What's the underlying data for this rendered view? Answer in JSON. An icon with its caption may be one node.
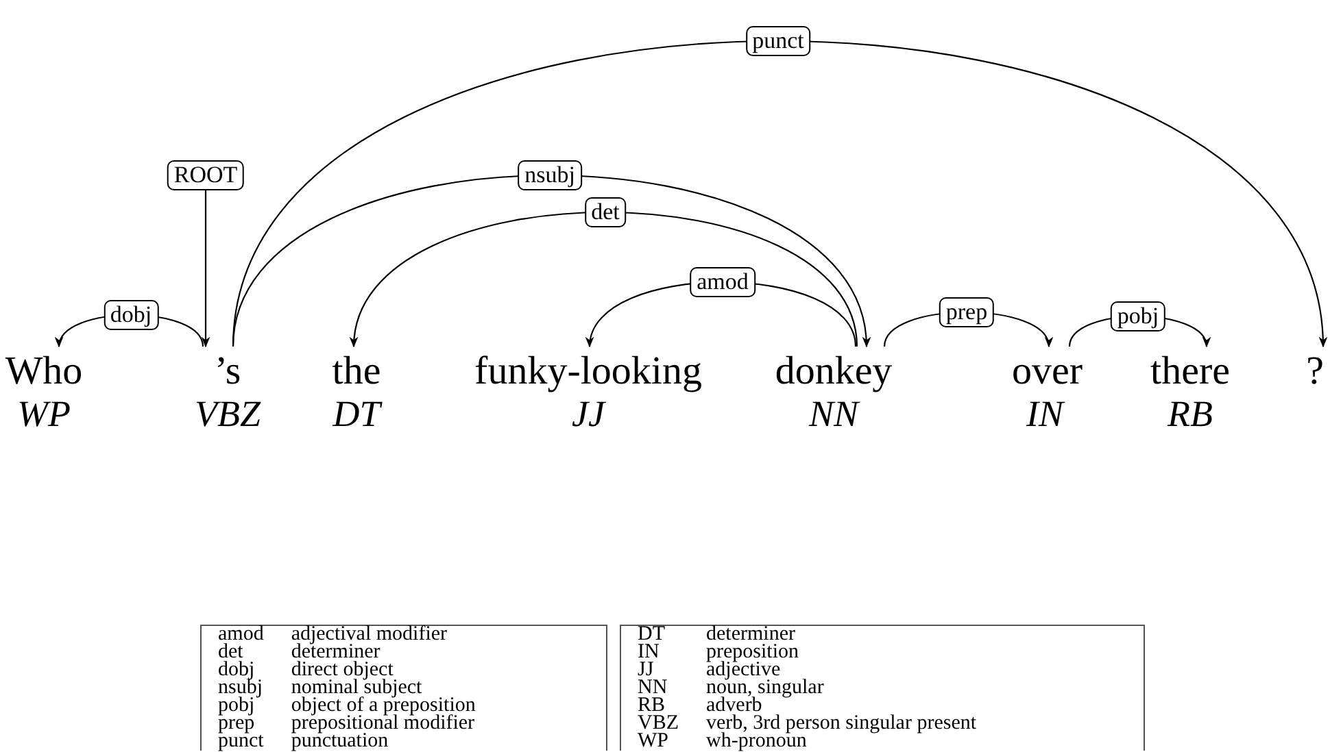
{
  "diagram": {
    "nodes": [
      {
        "text": [
          "Who",
          "WP"
        ]
      },
      {
        "text": [
          "’s",
          "VBZ"
        ]
      },
      {
        "text": [
          "the",
          "DT"
        ]
      },
      {
        "text": [
          "funky-looking",
          "JJ"
        ]
      },
      {
        "text": [
          "donkey",
          "NN"
        ]
      },
      {
        "text": [
          "over",
          "IN"
        ]
      },
      {
        "text": [
          "there",
          "RB"
        ]
      },
      {
        "text": [
          "?"
        ]
      }
    ],
    "edges": [
      {
        "from": 1,
        "to": 0,
        "arrow": "to",
        "label": "dobj"
      },
      {
        "from": null,
        "to": 1,
        "arrow": "to",
        "label": "ROOT"
      },
      {
        "from": 1,
        "to": 7,
        "arrow": "to",
        "label": "punct"
      },
      {
        "from": 1,
        "to": 4,
        "arrow": "to",
        "label": "nsubj"
      },
      {
        "from": 4,
        "to": 2,
        "arrow": "to",
        "label": "det"
      },
      {
        "from": 4,
        "to": 3,
        "arrow": "to",
        "label": "amod"
      },
      {
        "from": 4,
        "to": 5,
        "arrow": "to",
        "label": "prep"
      },
      {
        "from": 5,
        "to": 6,
        "arrow": "to",
        "label": "pobj"
      }
    ],
    "labels": [
      "amod",
      "adjectival modifier",
      "det",
      "determiner",
      "dobj",
      "direct object",
      "nsubj",
      "nominal subject",
      "pobj",
      "object of a preposition",
      "prep",
      "prepositional modifier",
      "punct",
      "punctuation",
      "DT",
      "determiner",
      "IN",
      "preposition",
      "JJ",
      "adjective",
      "NN",
      "noun, singular",
      "RB",
      "adverb",
      "VBZ",
      "verb, 3rd person singular present",
      "WP",
      "wh-pronoun"
    ]
  }
}
